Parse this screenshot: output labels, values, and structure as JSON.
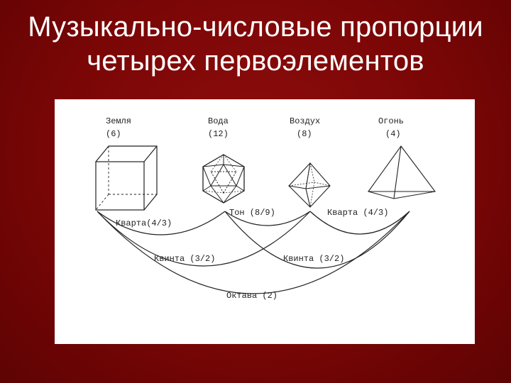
{
  "slide": {
    "title_line1": "Музыкально-числовые пропорции",
    "title_line2": "четырех первоэлементов"
  },
  "elements": [
    {
      "name": "Земля",
      "faces": "(6)",
      "solid": "cube"
    },
    {
      "name": "Вода",
      "faces": "(12)",
      "solid": "icosahedron"
    },
    {
      "name": "Воздух",
      "faces": "(8)",
      "solid": "octahedron"
    },
    {
      "name": "Огонь",
      "faces": "(4)",
      "solid": "tetrahedron"
    }
  ],
  "intervals": {
    "kvarta_left": "Кварта(4/3)",
    "ton": "Тон (8/9)",
    "kvarta_right": "Кварта (4/3)",
    "kvinta_left": "Квинта (3/2)",
    "kvinta_right": "Квинта (3/2)",
    "oktava": "Октава (2)"
  },
  "colors": {
    "background": "#7a0606",
    "title": "#ffffff",
    "figure_bg": "#ffffff",
    "line": "#222222"
  }
}
